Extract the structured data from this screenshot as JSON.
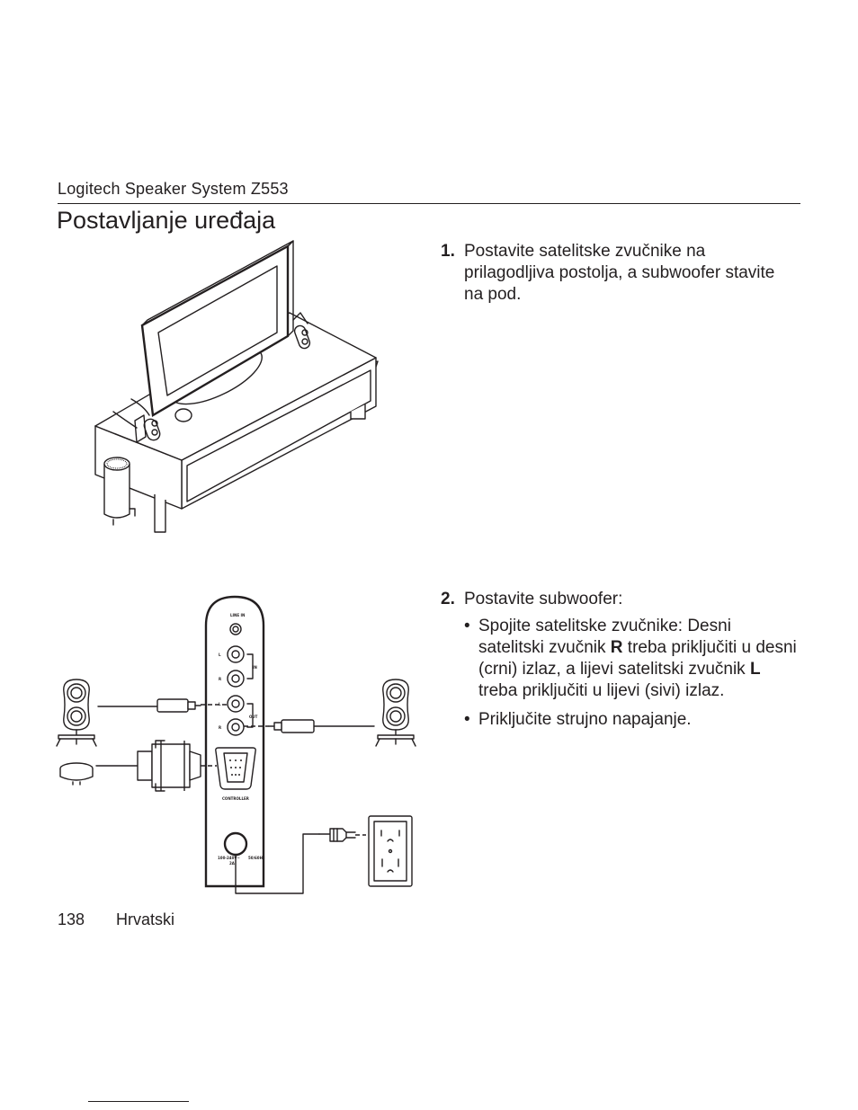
{
  "header": {
    "running_title": "Logitech Speaker System Z553"
  },
  "page": {
    "title": "Postavljanje uređaja"
  },
  "steps": [
    {
      "number": "1.",
      "text": "Postavite satelitske zvučnike na prilagodljiva postolja, a subwoofer stavite na pod."
    },
    {
      "number": "2.",
      "text": "Postavite subwoofer:",
      "bullets": [
        {
          "parts": [
            "Spojite satelitske zvučnike: Desni satelitski zvučnik ",
            "R",
            " treba priključiti u desni (crni) izlaz, a lijevi satelitski zvučnik ",
            "L",
            " treba priključiti u lijevi (sivi) izlaz."
          ]
        },
        {
          "text": "Priključite strujno napajanje."
        }
      ]
    }
  ],
  "diagram": {
    "panel_labels": {
      "line_in": "LINE IN",
      "l": "L",
      "r": "R",
      "in": "IN",
      "out": "OUT",
      "controller": "CONTROLLER",
      "power_left": "100-240V~",
      "power_right": "50/60Hz",
      "power_amp": "2A"
    }
  },
  "footer": {
    "page_number": "138",
    "language": "Hrvatski"
  },
  "icons": [
    "tv-speaker-setup-illustration",
    "speaker-wiring-diagram-illustration",
    "wall-outlet-icon",
    "power-plug-icon"
  ]
}
